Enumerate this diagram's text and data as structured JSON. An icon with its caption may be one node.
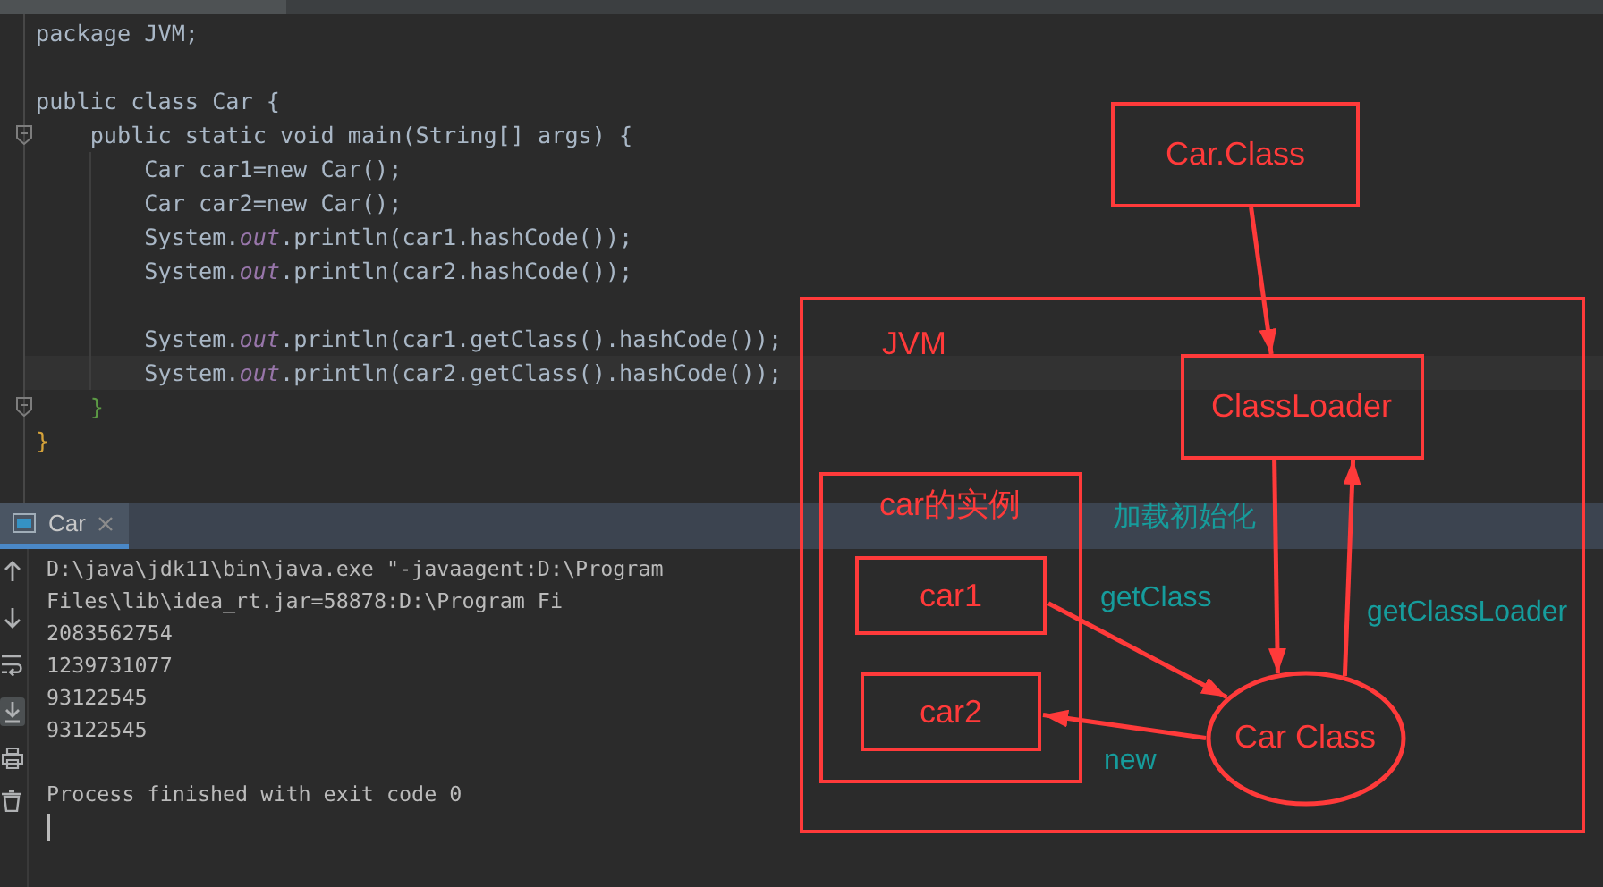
{
  "diagram": {
    "nodes": [
      {
        "text": [
          "Car.Class"
        ]
      },
      {
        "text": [
          "JVM"
        ]
      },
      {
        "text": [
          "ClassLoader"
        ],
        "in": 1
      },
      {
        "text": [
          "car的实例"
        ],
        "in": 1
      },
      {
        "text": [
          "car1"
        ],
        "in": 3
      },
      {
        "text": [
          "car2"
        ],
        "in": 3
      },
      {
        "text": [
          "Car Class"
        ],
        "in": 1
      }
    ],
    "edges": [
      {
        "from": 0,
        "to": 2,
        "arrow": "to"
      },
      {
        "from": 2,
        "to": 6,
        "arrow": "to",
        "label": "加载初始化"
      },
      {
        "from": 6,
        "to": 2,
        "arrow": "to",
        "label": "getClassLoader"
      },
      {
        "from": 4,
        "to": 6,
        "arrow": "to",
        "label": "getClass"
      },
      {
        "from": 6,
        "to": 5,
        "arrow": "to",
        "label": "new"
      }
    ],
    "labels": [
      "package JVM;",
      "public class Car {",
      "public static void main(String[] args) {",
      "Car car1=new Car();",
      "Car car2=new Car();",
      "System.*out*.println(car1.hashCode());",
      "System.*out*.println(car2.hashCode());",
      "System.*out*.println(car1.getClass().hashCode());",
      "System.*out*.println(car2.getClass().hashCode());",
      "}",
      "}",
      "Car",
      "D:\\java\\jdk11\\bin\\java.exe \"-javaagent:D:\\Program Files\\lib\\idea_rt.jar=58878:D:\\Program Fi",
      "2083562754",
      "1239731077",
      "93122545",
      "93122545",
      "Process finished with exit code 0"
    ]
  }
}
